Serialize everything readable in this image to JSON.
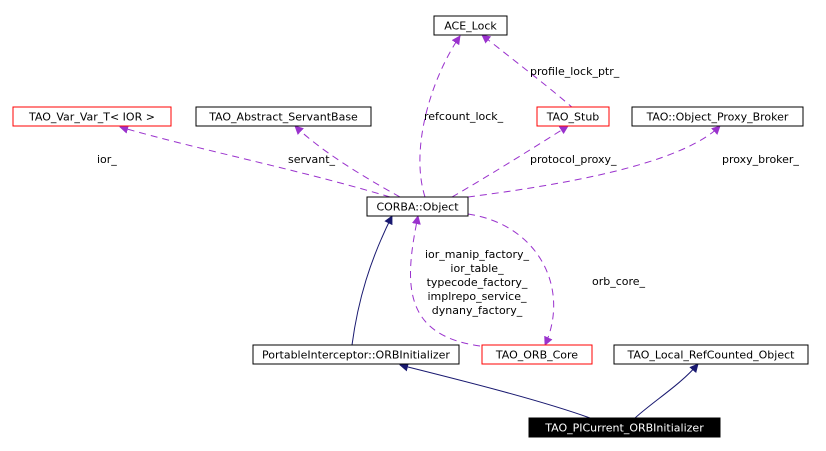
{
  "colors": {
    "usage_edge": "#9a32cd",
    "inherit_edge": "#191970",
    "node_border": "#000000",
    "highlight_border": "#ff0000",
    "focus_fill": "#000000",
    "focus_text": "#ffffff"
  },
  "nodes": {
    "ace_lock": "ACE_Lock",
    "tao_var_var_t": "TAO_Var_Var_T< IOR >",
    "tao_abstract_servantbase": "TAO_Abstract_ServantBase",
    "tao_stub": "TAO_Stub",
    "tao_object_proxy_broker": "TAO::Object_Proxy_Broker",
    "corba_object": "CORBA::Object",
    "portableinterceptor_orbinitializer": "PortableInterceptor::ORBInitializer",
    "tao_orb_core": "TAO_ORB_Core",
    "tao_local_refcounted_object": "TAO_Local_RefCounted_Object",
    "tao_picurrent_orbinitializer": "TAO_PICurrent_ORBInitializer"
  },
  "edge_labels": {
    "profile_lock_ptr": "profile_lock_ptr_",
    "refcount_lock": "refcount_lock_",
    "ior": "ior_",
    "servant": "servant_",
    "protocol_proxy": "protocol_proxy_",
    "proxy_broker": "proxy_broker_",
    "ior_manip_factory": "ior_manip_factory_",
    "ior_table": "ior_table_",
    "typecode_factory": "typecode_factory_",
    "implrepo_service": "implrepo_service_",
    "dynany_factory": "dynany_factory_",
    "orb_core": "orb_core_"
  }
}
